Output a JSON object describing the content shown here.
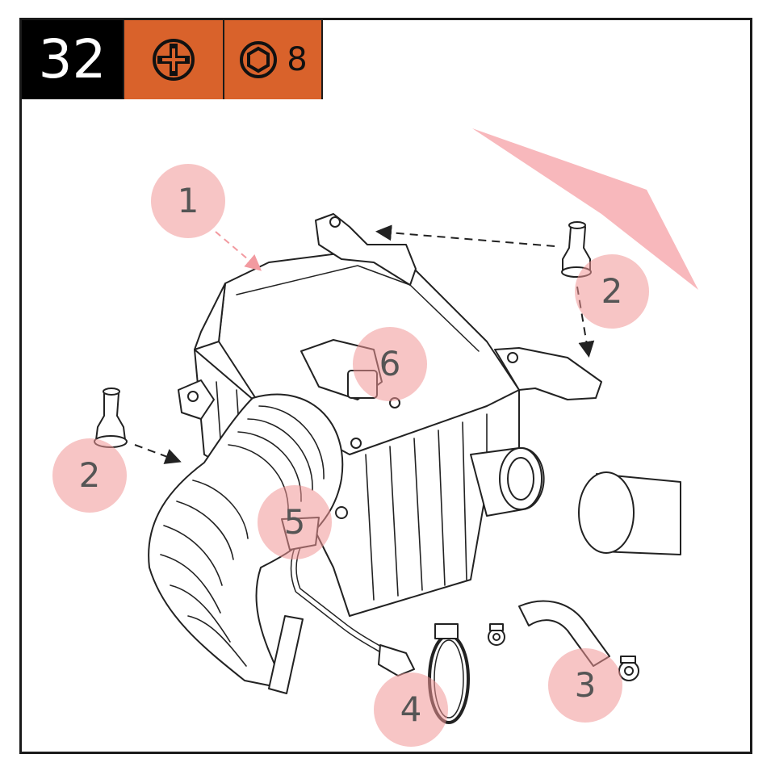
{
  "header": {
    "step_number": "32",
    "tools": [
      {
        "icon": "phillips-screwdriver-icon"
      },
      {
        "icon": "hex-socket-icon",
        "size": "8"
      }
    ]
  },
  "callouts": [
    "1",
    "2",
    "2",
    "6",
    "5",
    "3",
    "4"
  ],
  "colors": {
    "step_bg": "#000000",
    "tool_bg": "#d9622b",
    "callout_fill": "#f09696",
    "direction_arrow": "#f4a3a8"
  }
}
